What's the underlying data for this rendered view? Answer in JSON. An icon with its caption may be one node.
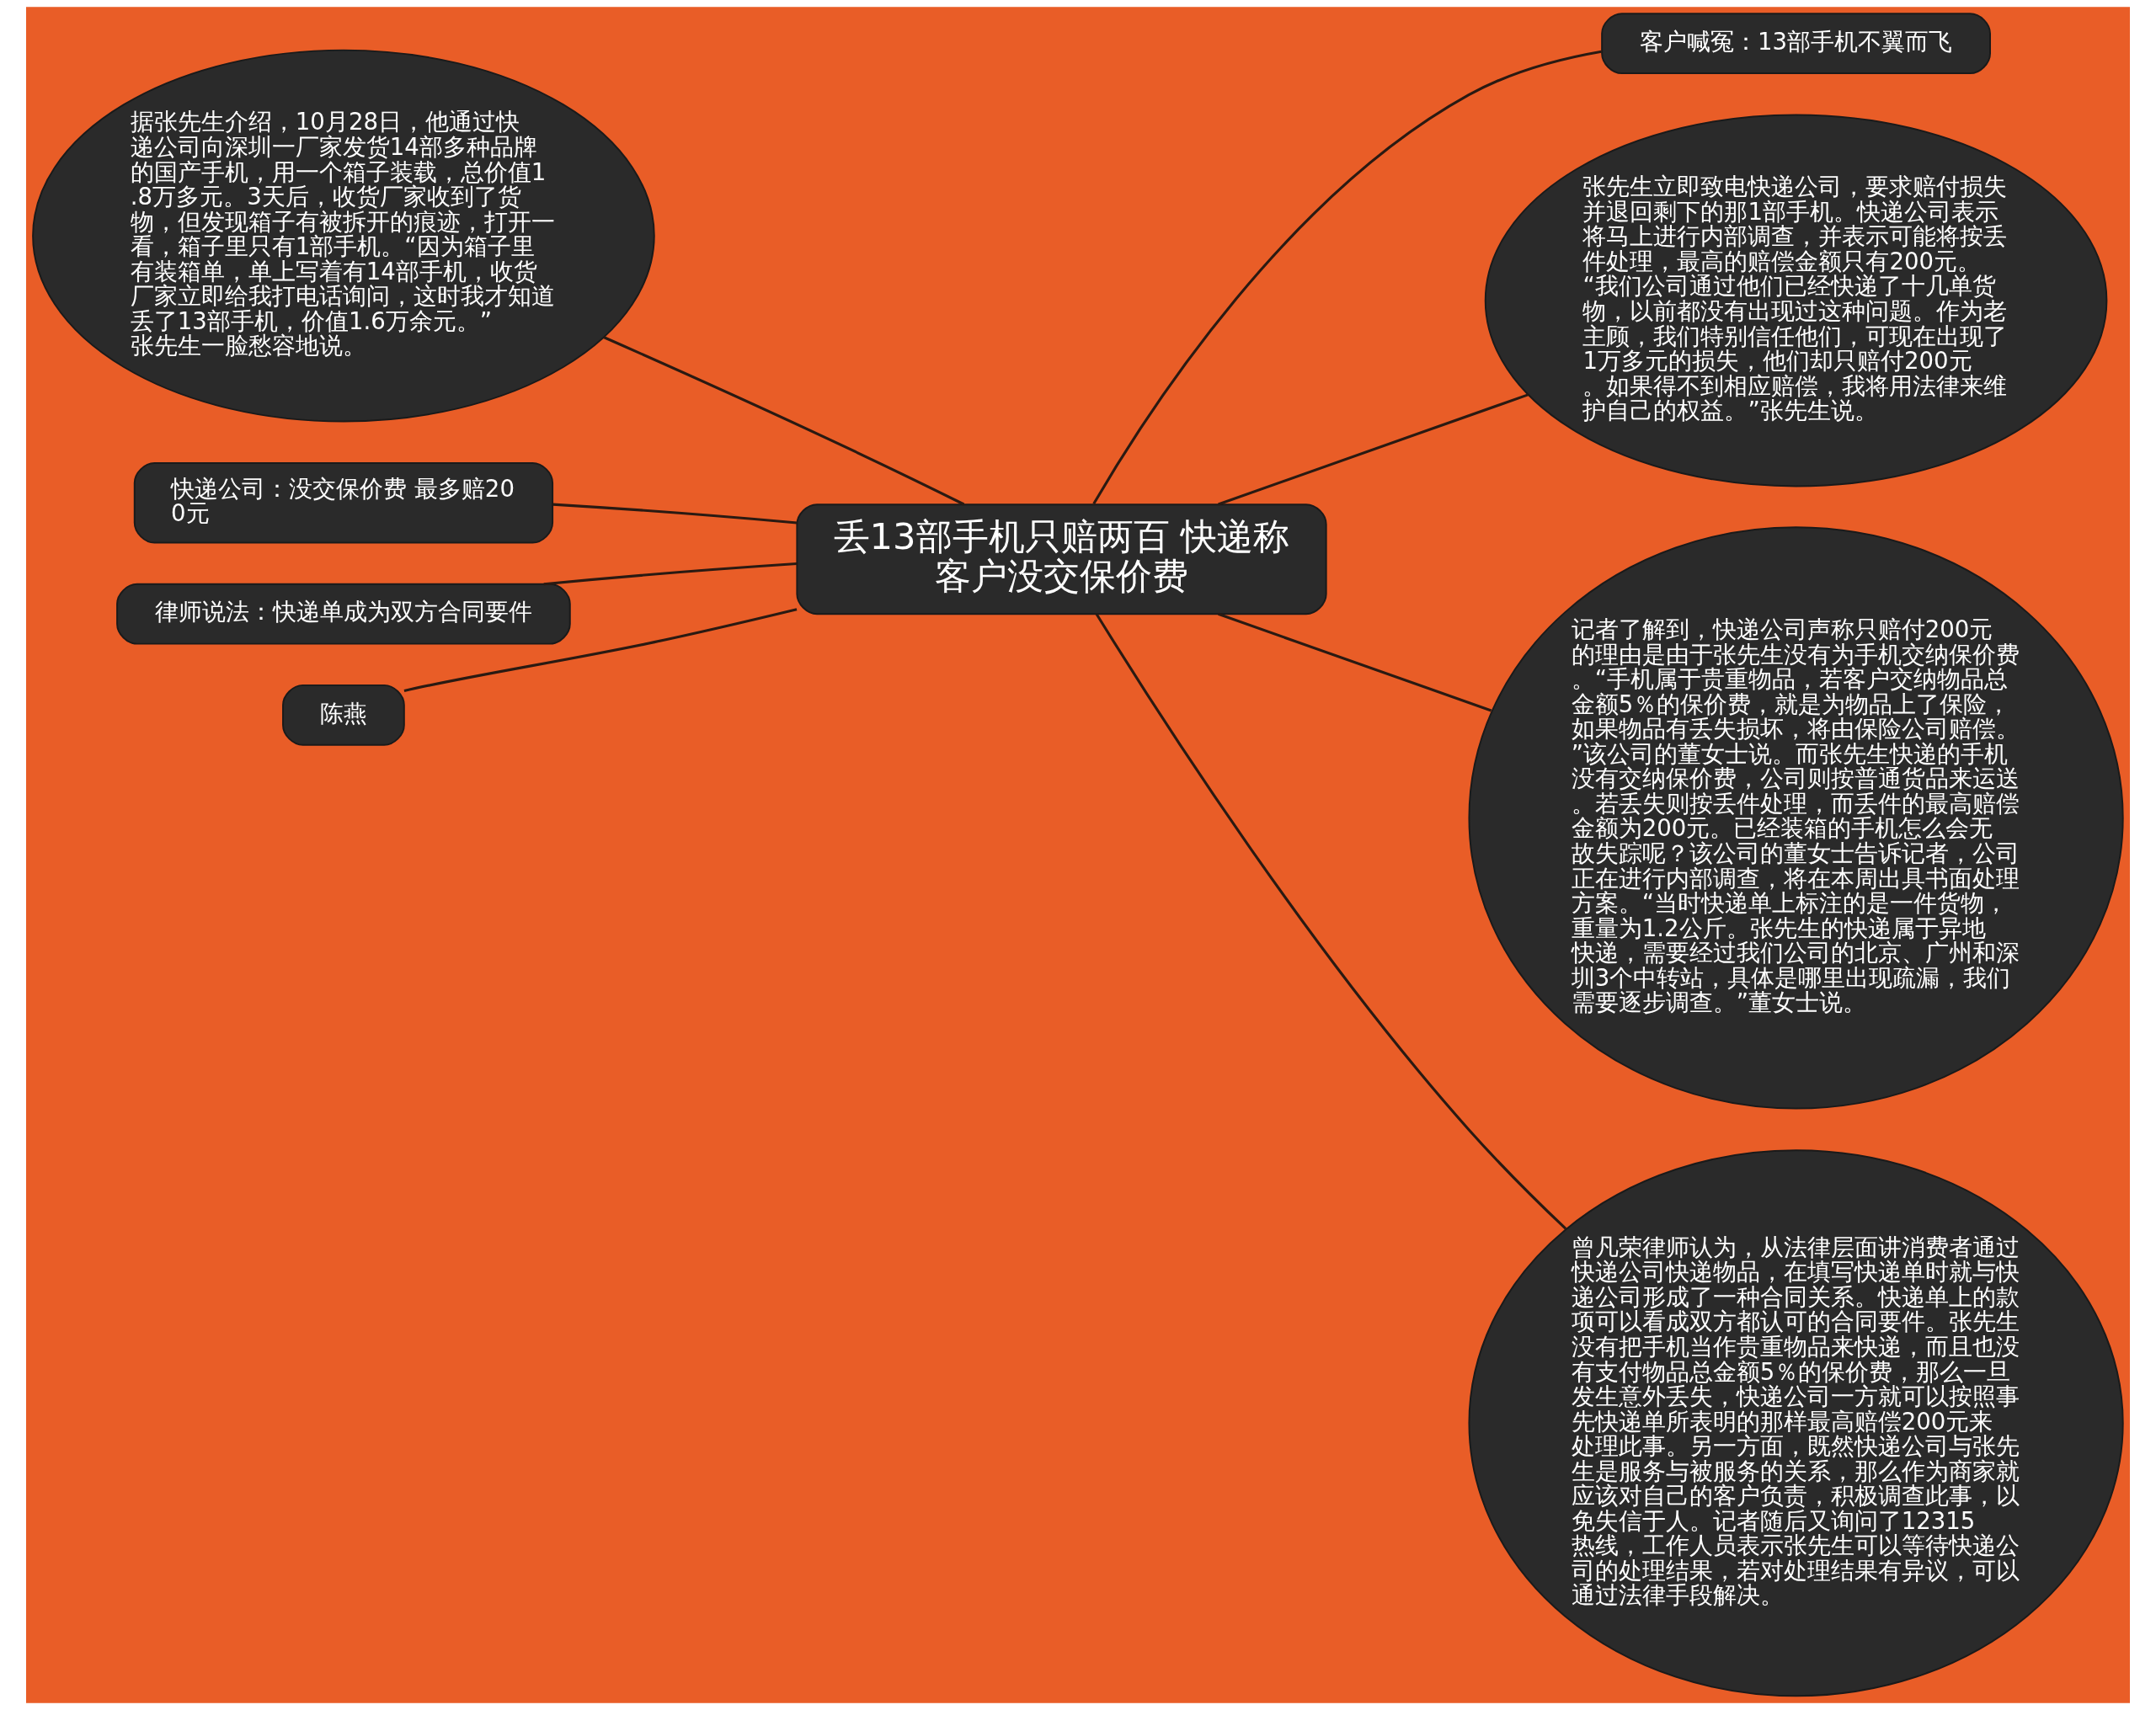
{
  "diagram": {
    "nodes": [
      {
        "text": [
          "丢13部手机只赔两百 快递称客户没交保价费"
        ]
      },
      {
        "text": [
          "客户喊冤：13部手机不翼而飞"
        ]
      },
      {
        "text": [
          "张先生立即致电快递公司，要求赔付损失并退回剩下的那1部手机。快递公司表示将马上进行内部调查，并表示可能将按丢件处理，最高的赔偿金额只有200元。“我们公司通过他们已经快递了十几单货物，以前都没有出现过这种问题。作为老主顾，我们特别信任他们，可现在出现了1万多元的损失，他们却只赔付200元。如果得不到相应赔偿，我将用法律来维护自己的权益。”张先生说。"
        ]
      },
      {
        "text": [
          "记者了解到，快递公司声称只赔付200元的理由是由于张先生没有为手机交纳保价费。“手机属于贵重物品，若客户交纳物品总金额5％的保价费，就是为物品上了保险，如果物品有丢失损坏，将由保险公司赔偿。”该公司的董女士说。而张先生快递的手机没有交纳保价费，公司则按普通货品来运送。若丢失则按丢件处理，而丢件的最高赔偿金额为200元。已经装箱的手机怎么会无故失踪呢？该公司的董女士告诉记者，公司正在进行内部调查，将在本周出具书面处理方案。“当时快递单上标注的是一件货物，重量为1.2公斤。张先生的快递属于异地快递，需要经过我们公司的北京、广州和深圳3个中转站，具体是哪里出现疏漏，我们需要逐步调查。”董女士说。"
        ]
      },
      {
        "text": [
          "曾凡荣律师认为，从法律层面讲消费者通过快递公司快递物品，在填写快递单时就与快递公司形成了一种合同关系。快递单上的款项可以看成双方都认可的合同要件。张先生没有把手机当作贵重物品来快递，而且也没有支付物品总金额5％的保价费，那么一旦发生意外丢失，快递公司一方就可以按照事先快递单所表明的那样最高赔偿200元来处理此事。另一方面，既然快递公司与张先生是服务与被服务的关系，那么作为商家就应该对自己的客户负责，积极调查此事，以免失信于人。记者随后又询问了12315热线，工作人员表示张先生可以等待快递公司的处理结果，若对处理结果有异议，可以通过法律手段解决。"
        ]
      },
      {
        "text": [
          "据张先生介绍，10月28日，他通过快递公司向深圳一厂家发货14部多种品牌的国产手机，用一个箱子装载，总价值1.8万多元。3天后，收货厂家收到了货物，但发现箱子有被拆开的痕迹，打开一看，箱子里只有1部手机。“因为箱子里有装箱单，单上写着有14部手机，收货厂家立即给我打电话询问，这时我才知道丢了13部手机，价值1.6万余元。”张先生一脸愁容地说。"
        ]
      },
      {
        "text": [
          "快递公司：没交保价费 最多赔200元"
        ]
      },
      {
        "text": [
          "律师说法：快递单成为双方合同要件"
        ]
      },
      {
        "text": [
          "陈燕"
        ]
      }
    ],
    "edges": [
      {
        "from": 0,
        "to": 1,
        "arrow": "none"
      },
      {
        "from": 0,
        "to": 2,
        "arrow": "none"
      },
      {
        "from": 0,
        "to": 3,
        "arrow": "none"
      },
      {
        "from": 0,
        "to": 4,
        "arrow": "none"
      },
      {
        "from": 0,
        "to": 5,
        "arrow": "none"
      },
      {
        "from": 0,
        "to": 6,
        "arrow": "none"
      },
      {
        "from": 0,
        "to": 7,
        "arrow": "none"
      },
      {
        "from": 0,
        "to": 8,
        "arrow": "none"
      }
    ]
  }
}
